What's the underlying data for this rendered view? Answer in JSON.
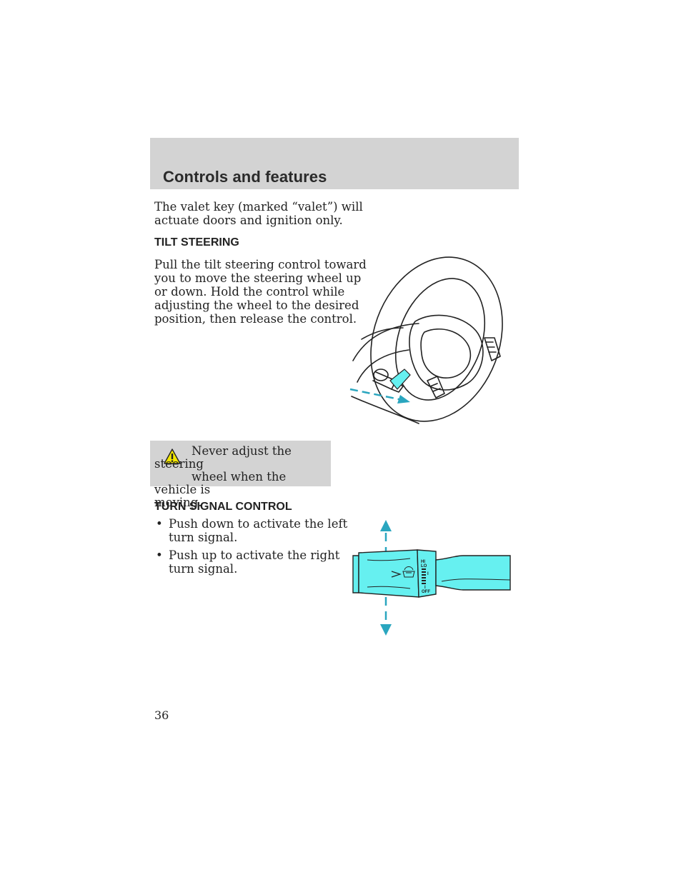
{
  "header": {
    "title": "Controls and features"
  },
  "intro": {
    "lines": [
      "The valet key (marked “valet”) will",
      "actuate doors and ignition only."
    ]
  },
  "tilt_steering": {
    "heading": "TILT STEERING",
    "lines": [
      "Pull the tilt steering control toward",
      "you to move the steering wheel up",
      "or down. Hold the control while",
      "adjusting the wheel to the desired",
      "position, then release the control."
    ]
  },
  "warning": {
    "lines": [
      "Never adjust the steering",
      "wheel when the vehicle is",
      "moving."
    ]
  },
  "turn_signal": {
    "heading": "TURN SIGNAL CONTROL",
    "bullet_glyph": "•",
    "bullets": [
      {
        "line1": "Push down to activate the left",
        "line2": "turn signal."
      },
      {
        "line1": "Push up to activate the right",
        "line2": "turn signal."
      }
    ]
  },
  "stalk_labels": {
    "hi": "HI",
    "lo": "LO",
    "i": "I",
    "off": "OFF"
  },
  "colors": {
    "header_band": "#d3d3d3",
    "warning_box": "#d3d3d3",
    "accent_cyan": "#66f0f0",
    "warning_yellow": "#f2e600"
  },
  "page_number": "36"
}
